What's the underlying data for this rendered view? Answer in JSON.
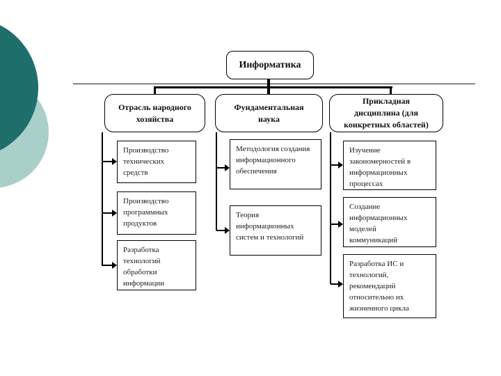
{
  "slide": {
    "title": "Информатика",
    "columns": [
      {
        "header": "Отрасль народного\nхозяйства",
        "children": [
          "Производство\nтехнических\nсредств",
          "Производство\nпрограммных\nпродуктов",
          "Разработка\nтехнологий\nобработки\nинформации"
        ]
      },
      {
        "header": "Фундаментальная\nнаука",
        "children": [
          "Методология создания\nинформационного\nобеспечения",
          "Теория\nинформационных\nсистем и технологий"
        ]
      },
      {
        "header": "Прикладная\nдисциплина (для\nконкретных областей)",
        "children": [
          "Изучение\nзакономерностей в\nинформационных\nпроцессах",
          "Создание\nинформационных\nмоделей\nкоммуникаций",
          "Разработка ИС и\nтехнологий,\nрекомендаций\nотносительно их\nжизненного цикла"
        ]
      }
    ]
  },
  "colors": {
    "dark_circle": "#1E6E6C",
    "light_circle": "#A9CFC9",
    "line": "#000000",
    "background": "#FFFFFF"
  }
}
